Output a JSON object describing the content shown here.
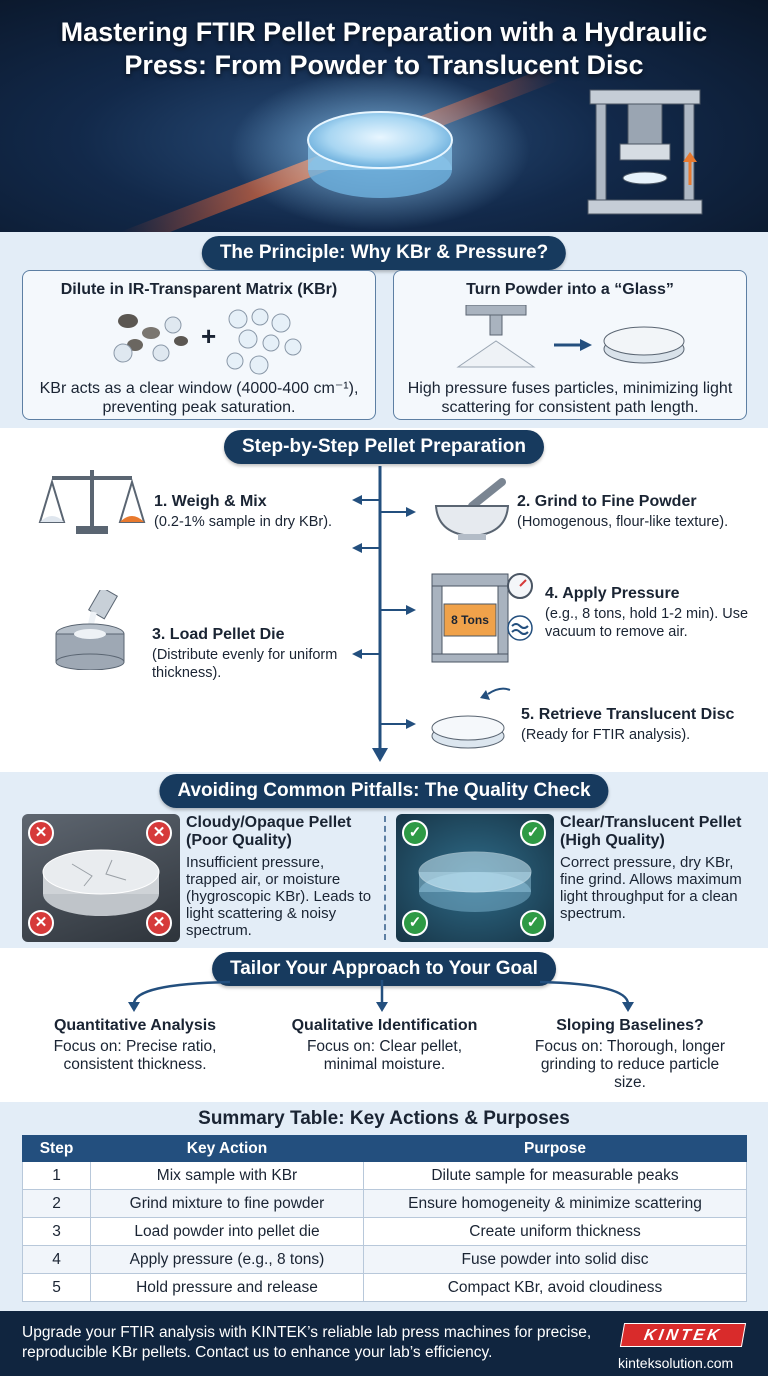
{
  "hero": {
    "title": "Mastering FTIR Pellet Preparation with a Hydraulic Press: From Powder to Translucent Disc"
  },
  "principle": {
    "heading": "The Principle: Why KBr & Pressure?",
    "left": {
      "title": "Dilute in IR-Transparent Matrix (KBr)",
      "text": "KBr acts as a clear window (4000-400 cm⁻¹), preventing peak saturation."
    },
    "right": {
      "title": "Turn Powder into a “Glass”",
      "text": "High pressure fuses particles, minimizing light scattering for consistent path length."
    }
  },
  "steps": {
    "heading": "Step-by-Step Pellet Preparation",
    "s1": {
      "title": "1. Weigh & Mix",
      "desc": "(0.2-1% sample in dry KBr)."
    },
    "s2": {
      "title": "2. Grind to Fine Powder",
      "desc": "(Homogenous, flour-like texture)."
    },
    "s3": {
      "title": "3. Load Pellet Die",
      "desc": "(Distribute evenly for uniform thickness)."
    },
    "s4": {
      "title": "4. Apply Pressure",
      "desc": "(e.g., 8 tons, hold 1-2 min). Use vacuum to remove air.",
      "press_label": "8 Tons"
    },
    "s5": {
      "title": "5. Retrieve Translucent Disc",
      "desc": "(Ready for FTIR analysis)."
    }
  },
  "pitfalls": {
    "heading": "Avoiding Common Pitfalls: The Quality Check",
    "bad": {
      "title": "Cloudy/Opaque Pellet (Poor Quality)",
      "text": "Insufficient pressure, trapped air, or moisture (hygroscopic KBr). Leads to light scattering & noisy spectrum."
    },
    "good": {
      "title": "Clear/Translucent Pellet (High Quality)",
      "text": "Correct pressure, dry KBr, fine grind. Allows maximum light throughput for a clean spectrum."
    }
  },
  "goals": {
    "heading": "Tailor Your Approach to Your Goal",
    "items": [
      {
        "title": "Quantitative Analysis",
        "text": "Focus on: Precise ratio, consistent thickness."
      },
      {
        "title": "Qualitative Identification",
        "text": "Focus on: Clear pellet, minimal moisture."
      },
      {
        "title": "Sloping Baselines?",
        "text": "Focus on: Thorough, longer grinding to reduce particle size."
      }
    ]
  },
  "table": {
    "heading": "Summary Table: Key Actions & Purposes",
    "headers": [
      "Step",
      "Key Action",
      "Purpose"
    ],
    "rows": [
      [
        "1",
        "Mix sample with KBr",
        "Dilute sample for measurable peaks"
      ],
      [
        "2",
        "Grind mixture to fine powder",
        "Ensure homogeneity & minimize scattering"
      ],
      [
        "3",
        "Load powder into pellet die",
        "Create uniform thickness"
      ],
      [
        "4",
        "Apply pressure (e.g., 8 tons)",
        "Fuse powder into solid disc"
      ],
      [
        "5",
        "Hold pressure and release",
        "Compact KBr, avoid cloudiness"
      ]
    ]
  },
  "footer": {
    "text": "Upgrade your FTIR analysis with KINTEK’s reliable lab press machines for precise, reproducible KBr pellets. Contact us to enhance your lab’s efficiency.",
    "logo": "KINTEK",
    "site": "kinteksolution.com"
  },
  "colors": {
    "navy": "#173a5e",
    "accent_orange": "#e8792e",
    "bad_red": "#d63a3a",
    "good_green": "#2e9a45"
  }
}
